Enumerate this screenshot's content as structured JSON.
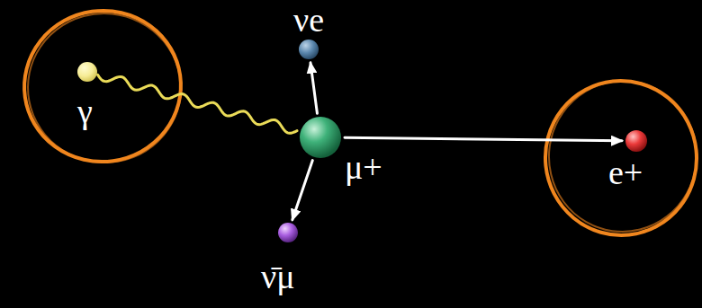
{
  "diagram": {
    "nodes": [
      {
        "text": [
          "νe"
        ]
      },
      {
        "text": [
          "γ"
        ]
      },
      {
        "text": [
          "μ+"
        ]
      },
      {
        "text": [
          "e+"
        ]
      },
      {
        "text": [
          "ν̄μ"
        ]
      }
    ],
    "edges": [
      {
        "from": 1,
        "to": 2,
        "arrow": "none"
      },
      {
        "from": 2,
        "to": 0,
        "arrow": "to"
      },
      {
        "from": 2,
        "to": 3,
        "arrow": "to"
      },
      {
        "from": 2,
        "to": 4,
        "arrow": "to"
      }
    ]
  }
}
